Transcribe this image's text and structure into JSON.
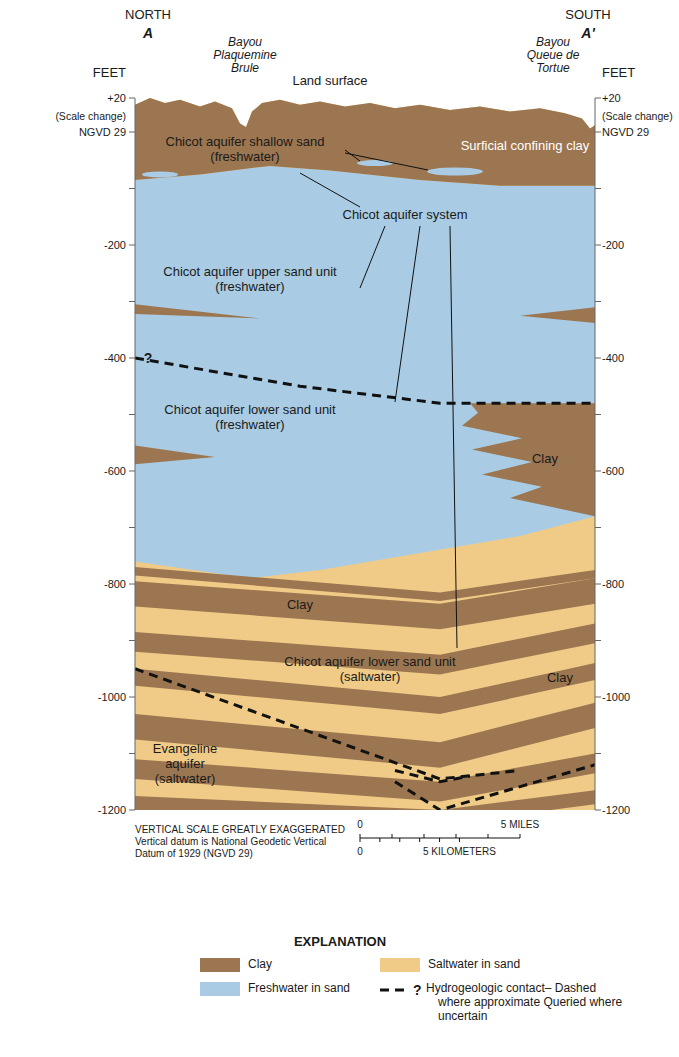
{
  "diagram": {
    "labels": [
      "NORTH",
      "A",
      "SOUTH",
      "A'",
      "FEET",
      "+20",
      "(Scale change)",
      "NGVD 29",
      "-200",
      "-400",
      "-600",
      "-800",
      "-1000",
      "-1200",
      "FEET",
      "+20",
      "(Scale change)",
      "NGVD 29",
      "-200",
      "-400",
      "-600",
      "-800",
      "-1000",
      "-1200",
      "Bayou Plaquemine Brule",
      "Bayou Queue de Tortue",
      "Land surface",
      "Surficial confining clay",
      "Chicot aquifer shallow sand (freshwater)",
      "Chicot aquifer system",
      "Chicot aquifer upper sand unit (freshwater)",
      "?",
      "Chicot aquifer lower sand unit (freshwater)",
      "Clay",
      "Clay",
      "Chicot aquifer lower sand unit (saltwater)",
      "Clay",
      "Evangeline aquifer (saltwater)",
      "VERTICAL SCALE GREATLY EXAGGERATED",
      "Vertical datum is National Geodetic Vertical Datum of 1929 (NGVD 29)",
      "0",
      "5 MILES",
      "0",
      "5 KILOMETERS",
      "EXPLANATION",
      "?"
    ],
    "legend": [
      {
        "text": "Clay",
        "color": "#9c7650"
      },
      {
        "text": "Saltwater in sand",
        "color": "#f0cb87"
      },
      {
        "text": "Freshwater in sand",
        "color": "#a9cce4"
      },
      {
        "text": "Hydrogeologic contact– Dashed where approximate Queried where uncertain"
      }
    ]
  }
}
